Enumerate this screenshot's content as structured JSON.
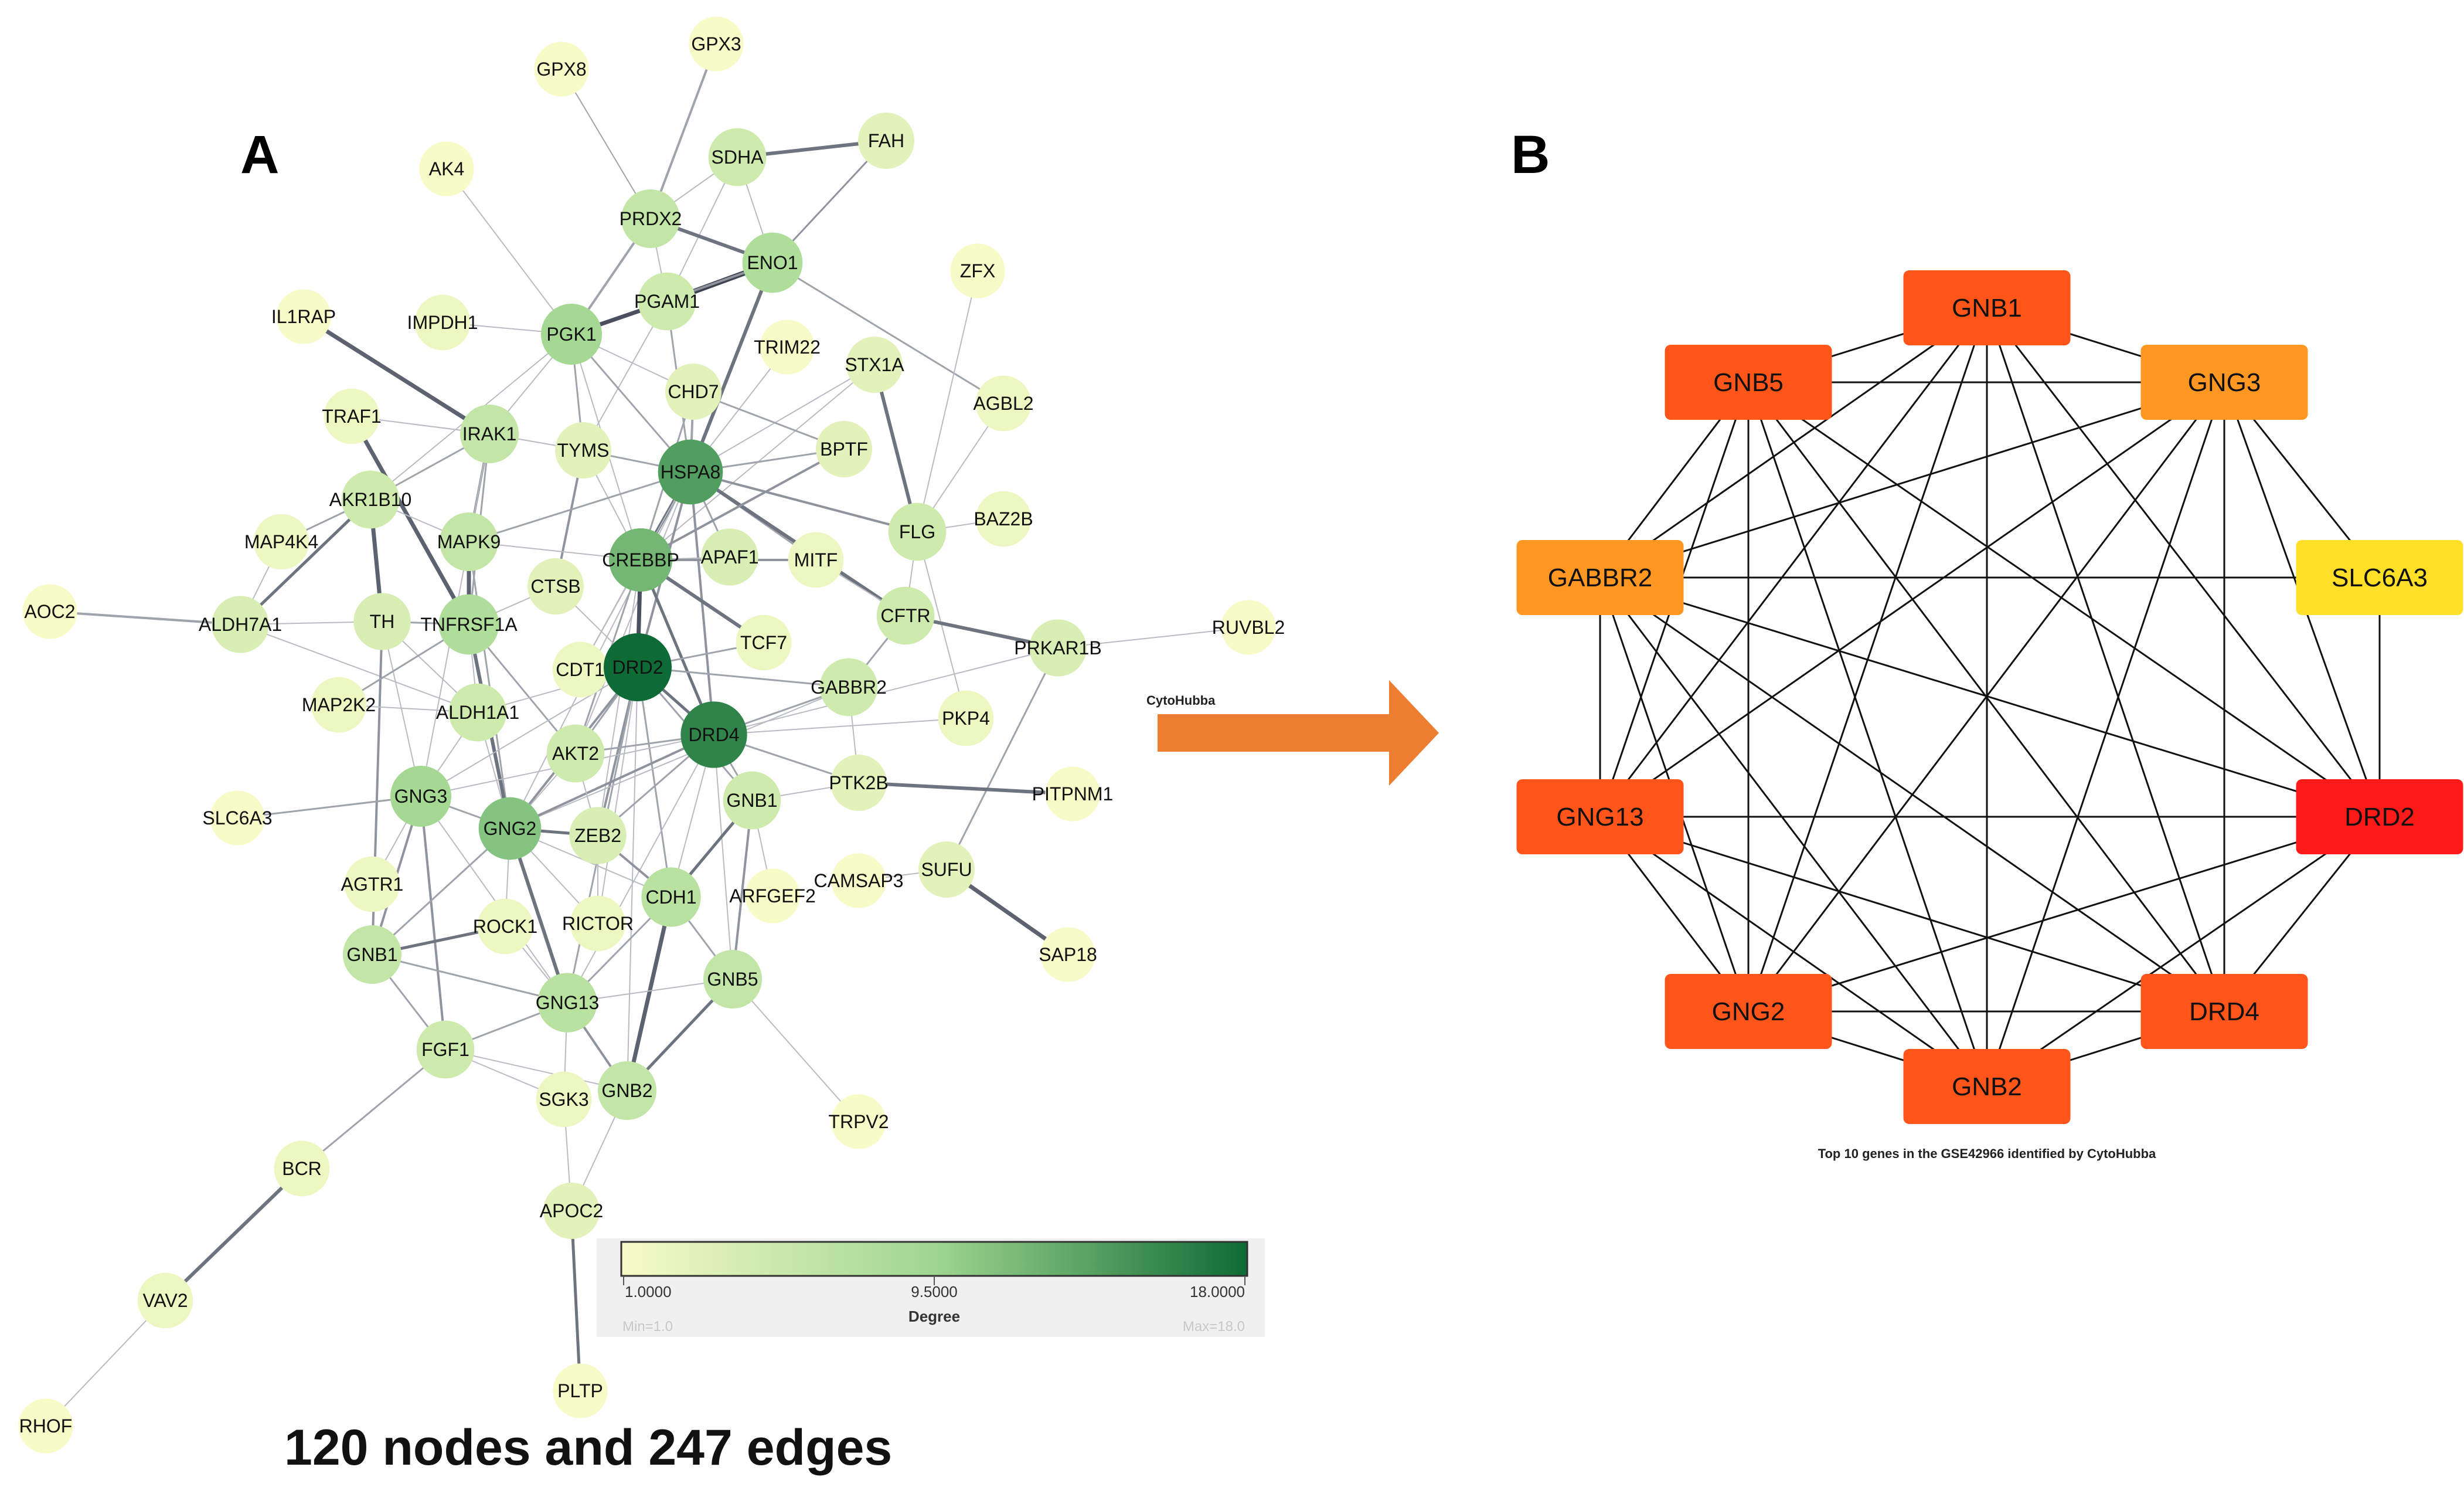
{
  "panel_a": {
    "label": "A",
    "caption": "120 nodes and 247 edges",
    "legend": {
      "title": "Degree",
      "tick_min": "1.0000",
      "tick_mid": "9.5000",
      "tick_max": "18.0000",
      "min_text": "Min=1.0",
      "max_text": "Max=18.0",
      "color_low": "#f7fbc7",
      "color_mid": "#9fd690",
      "color_high": "#0e6b35"
    },
    "nodes": [
      {
        "id": "GPX8",
        "deg": 1
      },
      {
        "id": "GPX3",
        "deg": 1
      },
      {
        "id": "AK4",
        "deg": 1
      },
      {
        "id": "SDHA",
        "deg": 5
      },
      {
        "id": "FAH",
        "deg": 3
      },
      {
        "id": "PRDX2",
        "deg": 6
      },
      {
        "id": "ENO1",
        "deg": 8
      },
      {
        "id": "PGAM1",
        "deg": 5
      },
      {
        "id": "ZFX",
        "deg": 1
      },
      {
        "id": "IL1RAP",
        "deg": 1
      },
      {
        "id": "IMPDH1",
        "deg": 2
      },
      {
        "id": "PGK1",
        "deg": 9
      },
      {
        "id": "TRIM22",
        "deg": 1
      },
      {
        "id": "STX1A",
        "deg": 3
      },
      {
        "id": "AGBL2",
        "deg": 2
      },
      {
        "id": "CHD7",
        "deg": 3
      },
      {
        "id": "TRAF1",
        "deg": 2
      },
      {
        "id": "IRAK1",
        "deg": 6
      },
      {
        "id": "TYMS",
        "deg": 3
      },
      {
        "id": "HSPA8",
        "deg": 14
      },
      {
        "id": "BPTF",
        "deg": 3
      },
      {
        "id": "AKR1B10",
        "deg": 5
      },
      {
        "id": "FLG",
        "deg": 5
      },
      {
        "id": "BAZ2B",
        "deg": 2
      },
      {
        "id": "MAP4K4",
        "deg": 2
      },
      {
        "id": "MAPK9",
        "deg": 6
      },
      {
        "id": "CREBBP",
        "deg": 12
      },
      {
        "id": "APAF1",
        "deg": 4
      },
      {
        "id": "MITF",
        "deg": 2
      },
      {
        "id": "AOC2",
        "deg": 1
      },
      {
        "id": "ALDH7A1",
        "deg": 4
      },
      {
        "id": "TH",
        "deg": 4
      },
      {
        "id": "TNFRSF1A",
        "deg": 8
      },
      {
        "id": "CTSB",
        "deg": 3
      },
      {
        "id": "CFTR",
        "deg": 5
      },
      {
        "id": "PRKAR1B",
        "deg": 4
      },
      {
        "id": "RUVBL2",
        "deg": 1
      },
      {
        "id": "CDT1",
        "deg": 2
      },
      {
        "id": "DRD2",
        "deg": 18
      },
      {
        "id": "TCF7",
        "deg": 2
      },
      {
        "id": "MAP2K2",
        "deg": 2
      },
      {
        "id": "ALDH1A1",
        "deg": 5
      },
      {
        "id": "GABBR2",
        "deg": 5
      },
      {
        "id": "PKP4",
        "deg": 2
      },
      {
        "id": "DRD4",
        "deg": 16
      },
      {
        "id": "AKT2",
        "deg": 5
      },
      {
        "id": "GNG3",
        "deg": 9
      },
      {
        "id": "PTK2B",
        "deg": 3
      },
      {
        "id": "PITPNM1",
        "deg": 1
      },
      {
        "id": "SLC6A3",
        "deg": 1
      },
      {
        "id": "GNG2",
        "deg": 11
      },
      {
        "id": "ZEB2",
        "deg": 4
      },
      {
        "id": "GNB1",
        "deg": 5,
        "key": "GNB1_right"
      },
      {
        "id": "AGTR1",
        "deg": 2
      },
      {
        "id": "CAMSAP3",
        "deg": 1
      },
      {
        "id": "SUFU",
        "deg": 3
      },
      {
        "id": "CDH1",
        "deg": 7
      },
      {
        "id": "ARFGEF2",
        "deg": 1
      },
      {
        "id": "ROCK1",
        "deg": 2
      },
      {
        "id": "RICTOR",
        "deg": 2
      },
      {
        "id": "GNB1",
        "deg": 6,
        "key": "GNB1_left"
      },
      {
        "id": "SAP18",
        "deg": 1
      },
      {
        "id": "GNG13",
        "deg": 7
      },
      {
        "id": "GNB5",
        "deg": 6
      },
      {
        "id": "FGF1",
        "deg": 5
      },
      {
        "id": "SGK3",
        "deg": 2
      },
      {
        "id": "GNB2",
        "deg": 6
      },
      {
        "id": "TRPV2",
        "deg": 1
      },
      {
        "id": "BCR",
        "deg": 2
      },
      {
        "id": "APOC2",
        "deg": 3
      },
      {
        "id": "VAV2",
        "deg": 2
      },
      {
        "id": "PLTP",
        "deg": 1
      },
      {
        "id": "RHOF",
        "deg": 1
      }
    ]
  },
  "arrow": {
    "label": "CytoHubba",
    "color": "#ed7d31"
  },
  "panel_b": {
    "label": "B",
    "caption": "Top 10 genes in the GSE42966 identified by CytoHubba",
    "genes": [
      {
        "name": "GNB1",
        "color": "#ff5519"
      },
      {
        "name": "GNG3",
        "color": "#ff9722"
      },
      {
        "name": "SLC6A3",
        "color": "#ffdf27"
      },
      {
        "name": "DRD2",
        "color": "#ff1a1a"
      },
      {
        "name": "DRD4",
        "color": "#ff551b"
      },
      {
        "name": "GNB2",
        "color": "#ff551b"
      },
      {
        "name": "GNG2",
        "color": "#ff551b"
      },
      {
        "name": "GNG13",
        "color": "#ff551b"
      },
      {
        "name": "GABBR2",
        "color": "#ff9722"
      },
      {
        "name": "GNB5",
        "color": "#ff5519"
      }
    ]
  }
}
